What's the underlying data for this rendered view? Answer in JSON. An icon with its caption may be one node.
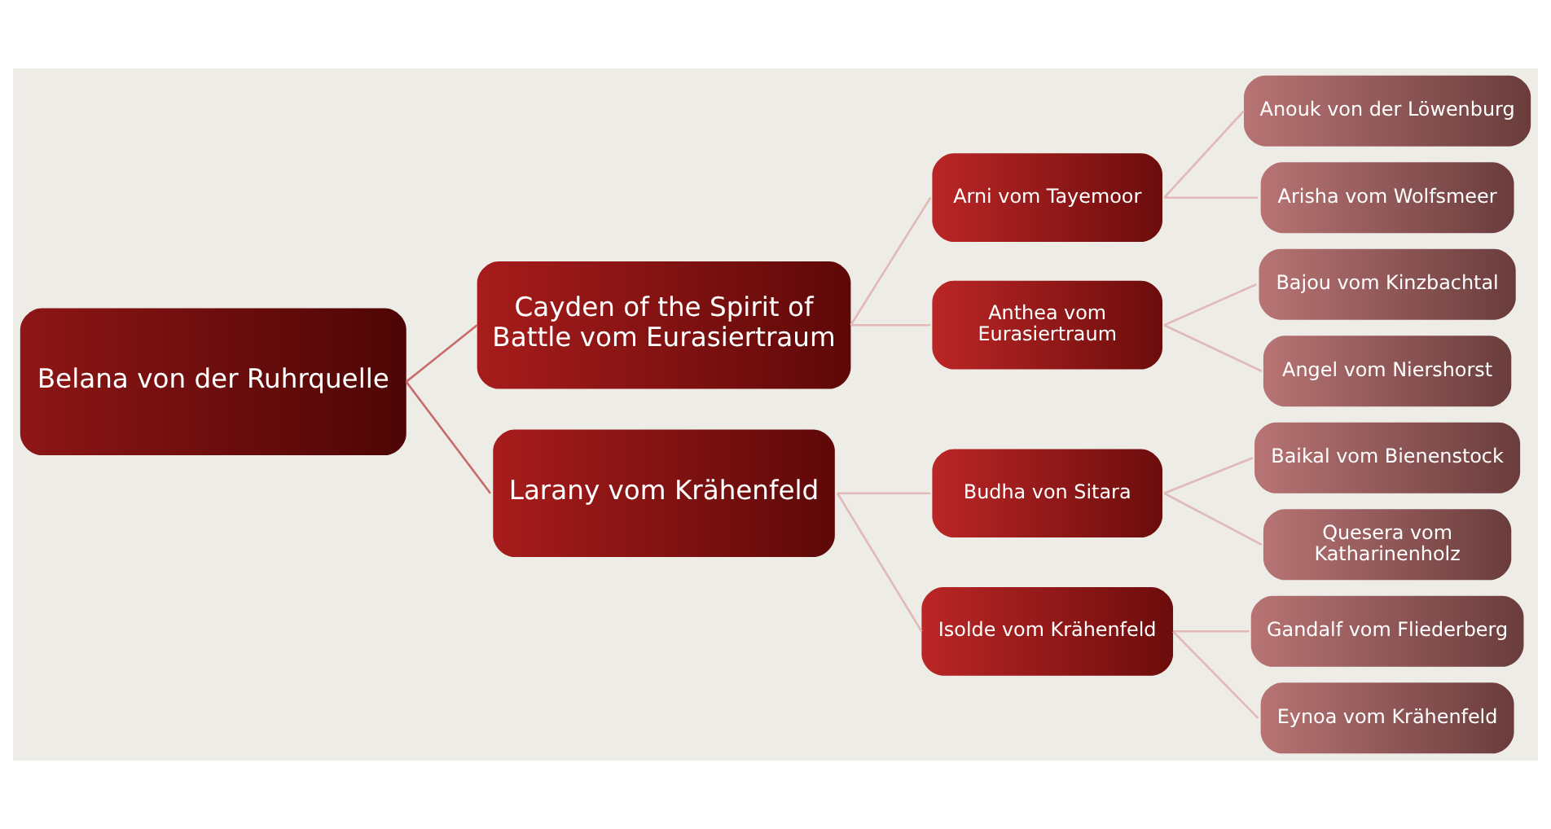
{
  "diagram": {
    "nodes": [
      {
        "text": [
          "Belana von der Ruhrquelle"
        ]
      },
      {
        "text": [
          "Cayden of the Spirit of Battle vom Eurasiertraum"
        ]
      },
      {
        "text": [
          "Larany vom Krähenfeld"
        ]
      },
      {
        "text": [
          "Arni vom Tayemoor"
        ]
      },
      {
        "text": [
          "Anthea vom Eurasiertraum"
        ]
      },
      {
        "text": [
          "Budha von Sitara"
        ]
      },
      {
        "text": [
          "Isolde vom Krähenfeld"
        ]
      },
      {
        "text": [
          "Anouk von der Löwenburg"
        ]
      },
      {
        "text": [
          "Arisha vom Wolfsmeer"
        ]
      },
      {
        "text": [
          "Bajou vom Kinzbachtal"
        ]
      },
      {
        "text": [
          "Angel vom Niershorst"
        ]
      },
      {
        "text": [
          "Baikal vom Bienenstock"
        ]
      },
      {
        "text": [
          "Quesera vom Katharinenholz"
        ]
      },
      {
        "text": [
          "Gandalf vom Fliederberg"
        ]
      },
      {
        "text": [
          "Eynoa vom Krähenfeld"
        ]
      }
    ],
    "edges": [
      {
        "from": 0,
        "to": 1,
        "arrow": "none",
        "color": "#c86a6a"
      },
      {
        "from": 0,
        "to": 2,
        "arrow": "none",
        "color": "#c86a6a"
      },
      {
        "from": 1,
        "to": 3,
        "arrow": "none"
      },
      {
        "from": 1,
        "to": 4,
        "arrow": "none"
      },
      {
        "from": 2,
        "to": 5,
        "arrow": "none"
      },
      {
        "from": 2,
        "to": 6,
        "arrow": "none"
      },
      {
        "from": 3,
        "to": 7,
        "arrow": "none"
      },
      {
        "from": 3,
        "to": 8,
        "arrow": "none"
      },
      {
        "from": 4,
        "to": 9,
        "arrow": "none"
      },
      {
        "from": 4,
        "to": 10,
        "arrow": "none"
      },
      {
        "from": 5,
        "to": 11,
        "arrow": "none"
      },
      {
        "from": 5,
        "to": 12,
        "arrow": "none"
      },
      {
        "from": 6,
        "to": 13,
        "arrow": "none"
      },
      {
        "from": 6,
        "to": 14,
        "arrow": "none"
      }
    ]
  }
}
